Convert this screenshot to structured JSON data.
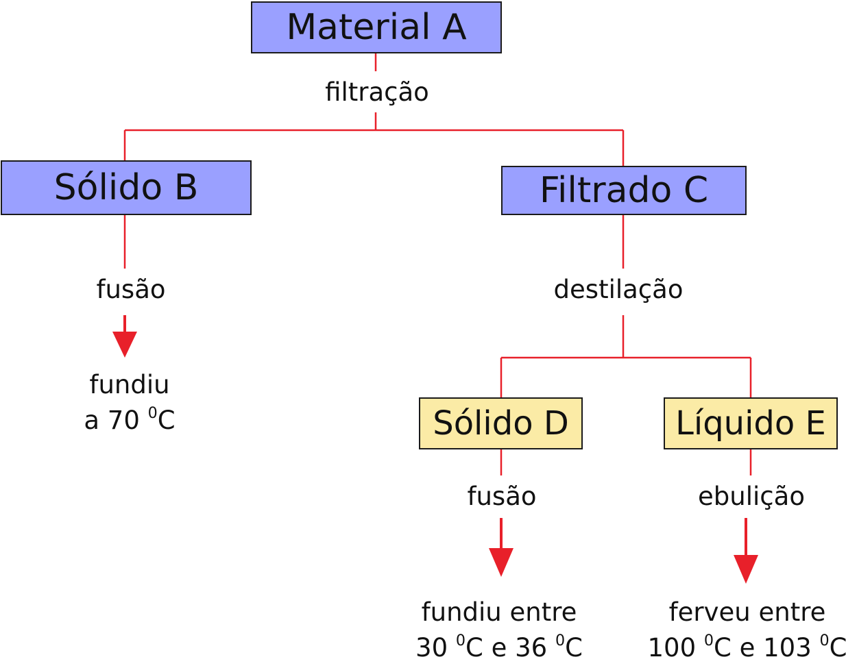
{
  "nodes": {
    "material_a": "Material A",
    "solido_b": "Sólido B",
    "filtrado_c": "Filtrado C",
    "solido_d": "Sólido D",
    "liquido_e": "Líquido E"
  },
  "processes": {
    "filtracao": "filtração",
    "fusao_b": "fusão",
    "destilacao": "destilação",
    "fusao_d": "fusão",
    "ebulicao": "ebulição"
  },
  "results": {
    "b": {
      "line1": "fundiu",
      "line2_pre": "a 70 ",
      "deg1": "0",
      "line2_post": "C"
    },
    "d": {
      "line1": "fundiu entre",
      "a_pre": "30 ",
      "deg1": "0",
      "a_post": "C e 36 ",
      "deg2": "0",
      "b_post": "C"
    },
    "e": {
      "line1": "ferveu entre",
      "a_pre": "100 ",
      "deg1": "0",
      "a_post": "C e 103 ",
      "deg2": "0",
      "b_post": "C"
    }
  },
  "colors": {
    "connector": "#e8202a",
    "node_primary": "#9aa0ff",
    "node_secondary": "#fbeba6"
  }
}
